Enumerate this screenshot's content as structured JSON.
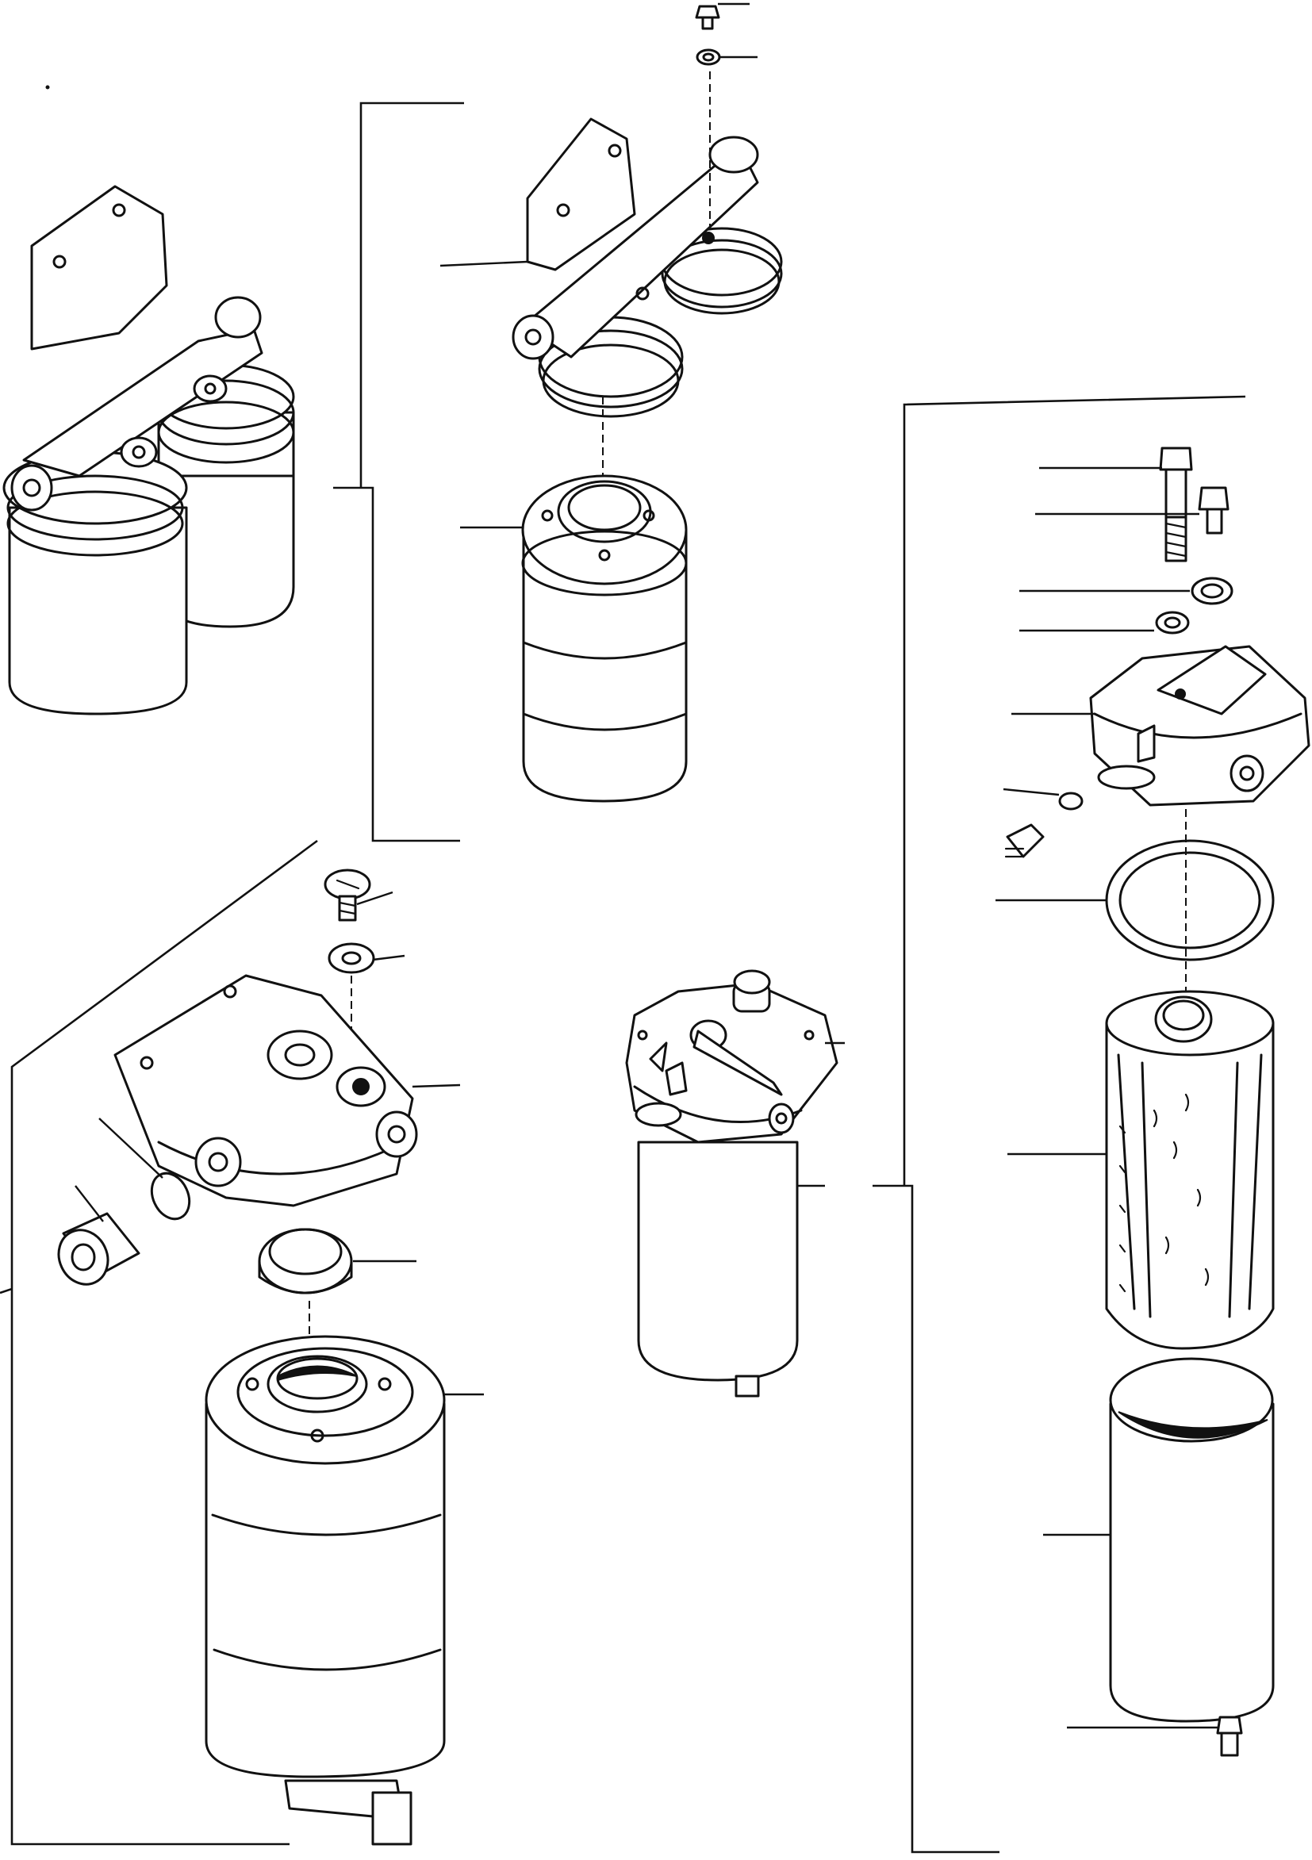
{
  "diagram": {
    "kind": "exploded parts view",
    "assemblies": [
      "double-filter-assembly",
      "double-filter-exploded",
      "single-filter-exploded-left",
      "water-separator-assembly",
      "water-separator-exploded"
    ]
  },
  "colors": {
    "ink": "#111111",
    "paper": "#ffffff"
  }
}
